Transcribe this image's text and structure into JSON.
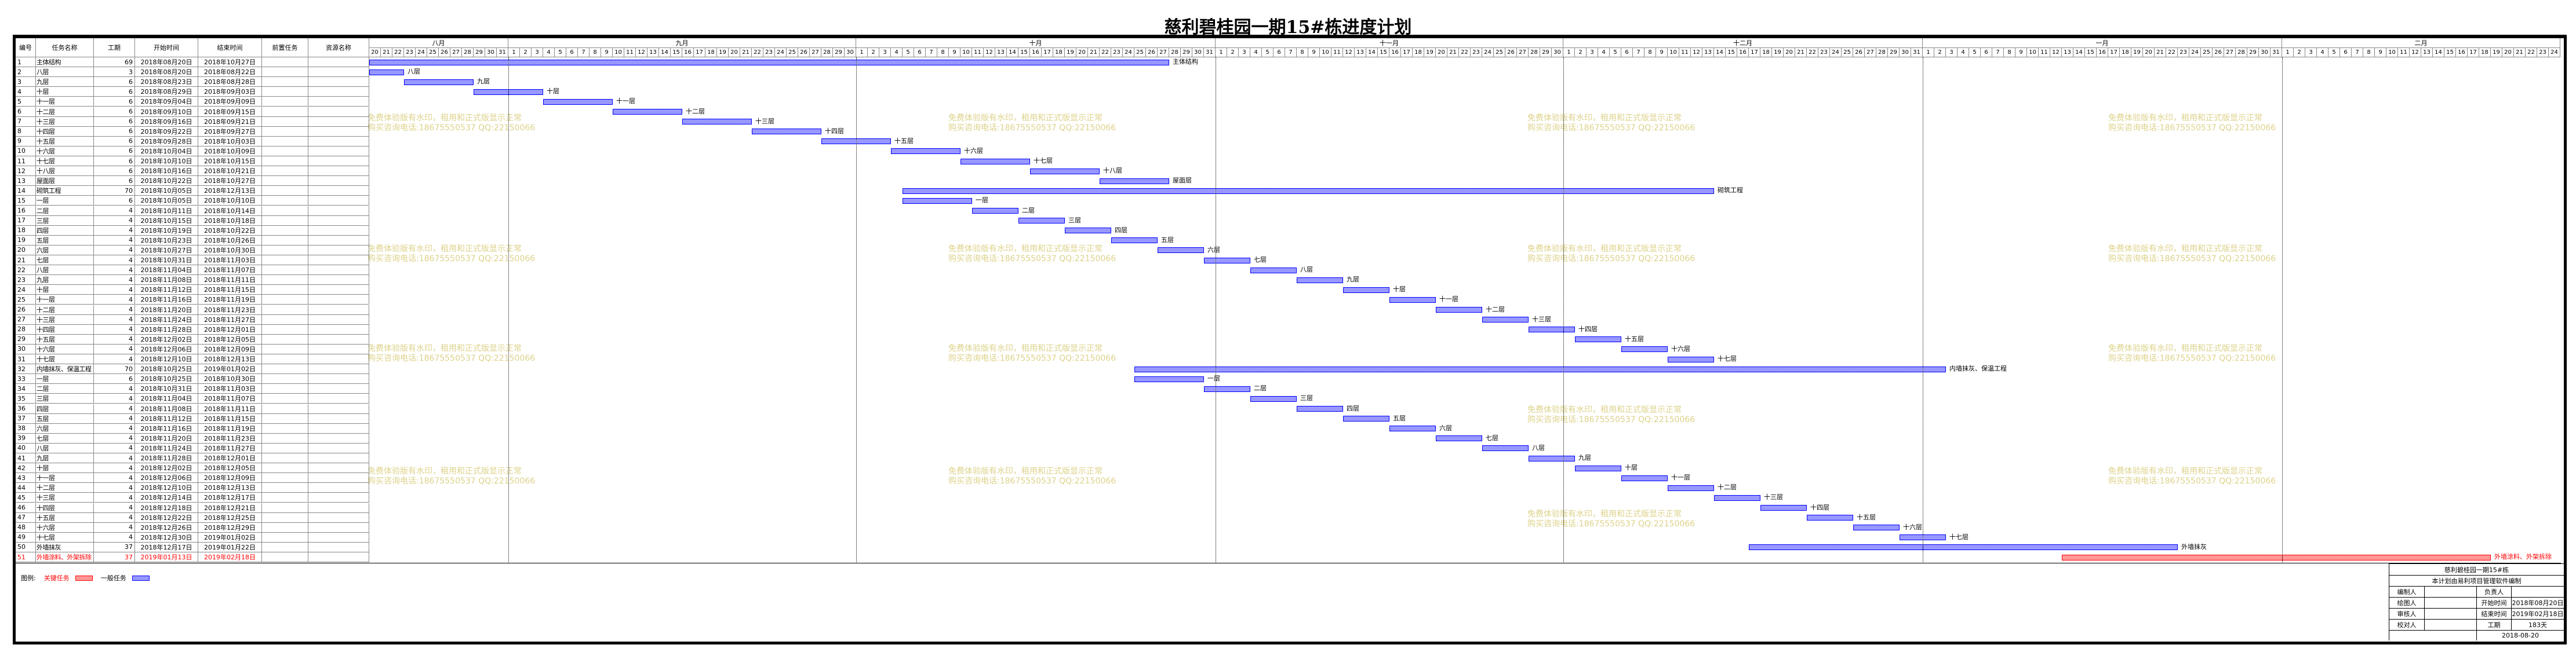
{
  "title": "慈利碧桂园一期15#栋进度计划",
  "columns": [
    "编号",
    "任务名称",
    "工期",
    "开始时间",
    "结束时间",
    "前置任务",
    "资源名称"
  ],
  "timeline_start": "2018年08月20日",
  "months": [
    {
      "label": "八月",
      "first_day": 20,
      "last_day": 31
    },
    {
      "label": "九月",
      "first_day": 1,
      "last_day": 30
    },
    {
      "label": "十月",
      "first_day": 1,
      "last_day": 31
    },
    {
      "label": "十一月",
      "first_day": 1,
      "last_day": 30
    },
    {
      "label": "十二月",
      "first_day": 1,
      "last_day": 31
    },
    {
      "label": "一月",
      "first_day": 1,
      "last_day": 31
    },
    {
      "label": "二月",
      "first_day": 1,
      "last_day": 24
    }
  ],
  "tasks": [
    [
      "1",
      "主体结构",
      "69",
      "2018年08月20日",
      "2018年10月27日",
      false
    ],
    [
      "2",
      "八层",
      "3",
      "2018年08月20日",
      "2018年08月22日",
      false
    ],
    [
      "3",
      "九层",
      "6",
      "2018年08月23日",
      "2018年08月28日",
      false
    ],
    [
      "4",
      "十层",
      "6",
      "2018年08月29日",
      "2018年09月03日",
      false
    ],
    [
      "5",
      "十一层",
      "6",
      "2018年09月04日",
      "2018年09月09日",
      false
    ],
    [
      "6",
      "十二层",
      "6",
      "2018年09月10日",
      "2018年09月15日",
      false
    ],
    [
      "7",
      "十三层",
      "6",
      "2018年09月16日",
      "2018年09月21日",
      false
    ],
    [
      "8",
      "十四层",
      "6",
      "2018年09月22日",
      "2018年09月27日",
      false
    ],
    [
      "9",
      "十五层",
      "6",
      "2018年09月28日",
      "2018年10月03日",
      false
    ],
    [
      "10",
      "十六层",
      "6",
      "2018年10月04日",
      "2018年10月09日",
      false
    ],
    [
      "11",
      "十七层",
      "6",
      "2018年10月10日",
      "2018年10月15日",
      false
    ],
    [
      "12",
      "十八层",
      "6",
      "2018年10月16日",
      "2018年10月21日",
      false
    ],
    [
      "13",
      "屋面层",
      "6",
      "2018年10月22日",
      "2018年10月27日",
      false
    ],
    [
      "14",
      "砌筑工程",
      "70",
      "2018年10月05日",
      "2018年12月13日",
      false
    ],
    [
      "15",
      "一层",
      "6",
      "2018年10月05日",
      "2018年10月10日",
      false
    ],
    [
      "16",
      "二层",
      "4",
      "2018年10月11日",
      "2018年10月14日",
      false
    ],
    [
      "17",
      "三层",
      "4",
      "2018年10月15日",
      "2018年10月18日",
      false
    ],
    [
      "18",
      "四层",
      "4",
      "2018年10月19日",
      "2018年10月22日",
      false
    ],
    [
      "19",
      "五层",
      "4",
      "2018年10月23日",
      "2018年10月26日",
      false
    ],
    [
      "20",
      "六层",
      "4",
      "2018年10月27日",
      "2018年10月30日",
      false
    ],
    [
      "21",
      "七层",
      "4",
      "2018年10月31日",
      "2018年11月03日",
      false
    ],
    [
      "22",
      "八层",
      "4",
      "2018年11月04日",
      "2018年11月07日",
      false
    ],
    [
      "23",
      "九层",
      "4",
      "2018年11月08日",
      "2018年11月11日",
      false
    ],
    [
      "24",
      "十层",
      "4",
      "2018年11月12日",
      "2018年11月15日",
      false
    ],
    [
      "25",
      "十一层",
      "4",
      "2018年11月16日",
      "2018年11月19日",
      false
    ],
    [
      "26",
      "十二层",
      "4",
      "2018年11月20日",
      "2018年11月23日",
      false
    ],
    [
      "27",
      "十三层",
      "4",
      "2018年11月24日",
      "2018年11月27日",
      false
    ],
    [
      "28",
      "十四层",
      "4",
      "2018年11月28日",
      "2018年12月01日",
      false
    ],
    [
      "29",
      "十五层",
      "4",
      "2018年12月02日",
      "2018年12月05日",
      false
    ],
    [
      "30",
      "十六层",
      "4",
      "2018年12月06日",
      "2018年12月09日",
      false
    ],
    [
      "31",
      "十七层",
      "4",
      "2018年12月10日",
      "2018年12月13日",
      false
    ],
    [
      "32",
      "内墙抹灰、保温工程",
      "70",
      "2018年10月25日",
      "2019年01月02日",
      false
    ],
    [
      "33",
      "一层",
      "6",
      "2018年10月25日",
      "2018年10月30日",
      false
    ],
    [
      "34",
      "二层",
      "4",
      "2018年10月31日",
      "2018年11月03日",
      false
    ],
    [
      "35",
      "三层",
      "4",
      "2018年11月04日",
      "2018年11月07日",
      false
    ],
    [
      "36",
      "四层",
      "4",
      "2018年11月08日",
      "2018年11月11日",
      false
    ],
    [
      "37",
      "五层",
      "4",
      "2018年11月12日",
      "2018年11月15日",
      false
    ],
    [
      "38",
      "六层",
      "4",
      "2018年11月16日",
      "2018年11月19日",
      false
    ],
    [
      "39",
      "七层",
      "4",
      "2018年11月20日",
      "2018年11月23日",
      false
    ],
    [
      "40",
      "八层",
      "4",
      "2018年11月24日",
      "2018年11月27日",
      false
    ],
    [
      "41",
      "九层",
      "4",
      "2018年11月28日",
      "2018年12月01日",
      false
    ],
    [
      "42",
      "十层",
      "4",
      "2018年12月02日",
      "2018年12月05日",
      false
    ],
    [
      "43",
      "十一层",
      "4",
      "2018年12月06日",
      "2018年12月09日",
      false
    ],
    [
      "44",
      "十二层",
      "4",
      "2018年12月10日",
      "2018年12月13日",
      false
    ],
    [
      "45",
      "十三层",
      "4",
      "2018年12月14日",
      "2018年12月17日",
      false
    ],
    [
      "46",
      "十四层",
      "4",
      "2018年12月18日",
      "2018年12月21日",
      false
    ],
    [
      "47",
      "十五层",
      "4",
      "2018年12月22日",
      "2018年12月25日",
      false
    ],
    [
      "48",
      "十六层",
      "4",
      "2018年12月26日",
      "2018年12月29日",
      false
    ],
    [
      "49",
      "十七层",
      "4",
      "2018年12月30日",
      "2019年01月02日",
      false
    ],
    [
      "50",
      "外墙抹灰",
      "37",
      "2018年12月17日",
      "2019年01月22日",
      false
    ],
    [
      "51",
      "外墙涂料、外架拆除",
      "37",
      "2019年01月13日",
      "2019年02月18日",
      true
    ]
  ],
  "legend": {
    "label": "图例:",
    "critical": "关键任务",
    "normal": "一般任务"
  },
  "colors": {
    "normal": "#0000ff",
    "critical": "#ff0000",
    "watermark": "#ddd28a"
  },
  "watermark": {
    "line1": "免费体验版有水印，租用和正式版显示正常",
    "line2": "购买咨询电话:18675550537 QQ:22150066"
  },
  "title_block": {
    "project": "慈利碧桂园一期15#栋",
    "software": "本计划由易利项目管理软件编制",
    "compiler_label": "编制人",
    "compiler": "",
    "owner_label": "负责人",
    "owner": "",
    "drawer_label": "绘图人",
    "start_label": "开始时间",
    "start": "2018年08月20日",
    "reviewer_label": "审核人",
    "end_label": "结束时间",
    "end": "2019年02月18日",
    "checker_label": "校对人",
    "duration_label": "工期",
    "duration": "183天",
    "date": "2018-08-20"
  }
}
